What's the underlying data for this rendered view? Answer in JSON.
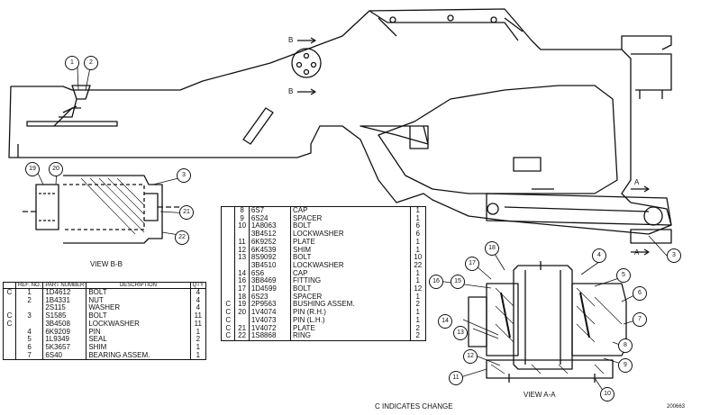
{
  "table_left": {
    "headers": {
      "ref": "REF. NO.",
      "part": "PART NUMBER",
      "desc": "DESCRIPTION",
      "qty": "QTY"
    },
    "rows": [
      {
        "c": "C",
        "ref": "1",
        "part": "1D4612",
        "desc": "BOLT",
        "qty": "4"
      },
      {
        "c": "",
        "ref": "2",
        "part": "1B4331",
        "desc": "NUT",
        "qty": "4"
      },
      {
        "c": "",
        "ref": "",
        "part": "2S115",
        "desc": "WASHER",
        "qty": "4"
      },
      {
        "c": "C",
        "ref": "3",
        "part": "S1585",
        "desc": "BOLT",
        "qty": "11"
      },
      {
        "c": "C",
        "ref": "",
        "part": "3B4508",
        "desc": "LOCKWASHER",
        "qty": "11"
      },
      {
        "c": "",
        "ref": "4",
        "part": "6K9209",
        "desc": "PIN",
        "qty": "1"
      },
      {
        "c": "",
        "ref": "5",
        "part": "1L9349",
        "desc": "SEAL",
        "qty": "2"
      },
      {
        "c": "",
        "ref": "6",
        "part": "5K3657",
        "desc": "SHIM",
        "qty": "1"
      },
      {
        "c": "",
        "ref": "7",
        "part": "6S40",
        "desc": "BEARING ASSEM.",
        "qty": "1"
      }
    ]
  },
  "table_right": {
    "rows": [
      {
        "c": "",
        "ref": "8",
        "part": "6S7",
        "desc": "CAP",
        "qty": "1"
      },
      {
        "c": "",
        "ref": "9",
        "part": "6S24",
        "desc": "SPACER",
        "qty": "1"
      },
      {
        "c": "",
        "ref": "10",
        "part": "1A8063",
        "desc": "BOLT",
        "qty": "6"
      },
      {
        "c": "",
        "ref": "",
        "part": "3B4512",
        "desc": "LOCKWASHER",
        "qty": "6"
      },
      {
        "c": "",
        "ref": "11",
        "part": "6K9252",
        "desc": "PLATE",
        "qty": "1"
      },
      {
        "c": "",
        "ref": "12",
        "part": "6K4539",
        "desc": "SHIM",
        "qty": "1"
      },
      {
        "c": "",
        "ref": "13",
        "part": "8S9092",
        "desc": "BOLT",
        "qty": "10"
      },
      {
        "c": "",
        "ref": "",
        "part": "3B4510",
        "desc": "LOCKWASHER",
        "qty": "22"
      },
      {
        "c": "",
        "ref": "14",
        "part": "6S6",
        "desc": "CAP",
        "qty": "1"
      },
      {
        "c": "",
        "ref": "16",
        "part": "3B8469",
        "desc": "FITTING",
        "qty": "1"
      },
      {
        "c": "",
        "ref": "17",
        "part": "1D4599",
        "desc": "BOLT",
        "qty": "12"
      },
      {
        "c": "",
        "ref": "18",
        "part": "6S23",
        "desc": "SPACER",
        "qty": "1"
      },
      {
        "c": "C",
        "ref": "19",
        "part": "2P9563",
        "desc": "BUSHING ASSEM.",
        "qty": "2"
      },
      {
        "c": "C",
        "ref": "20",
        "part": "1V4074",
        "desc": "PIN (R.H.)",
        "qty": "1"
      },
      {
        "c": "C",
        "ref": "",
        "part": "1V4073",
        "desc": "PIN (L.H.)",
        "qty": "1"
      },
      {
        "c": "C",
        "ref": "21",
        "part": "1V4072",
        "desc": "PLATE",
        "qty": "2"
      },
      {
        "c": "C",
        "ref": "22",
        "part": "1S8868",
        "desc": "RING",
        "qty": "2"
      }
    ]
  },
  "labels": {
    "view_bb": "VIEW B-B",
    "view_aa": "VIEW A-A",
    "legend": "C INDICATES CHANGE",
    "drawing_no": "200663",
    "section_b_top": "B",
    "section_b_bottom": "B",
    "section_a_top": "A",
    "section_a_bottom": "A"
  },
  "callouts": {
    "c1": "1",
    "c2": "2",
    "c3a": "3",
    "c3b": "3",
    "c4": "4",
    "c5": "5",
    "c6": "6",
    "c7": "7",
    "c8": "8",
    "c9": "9",
    "c10": "10",
    "c11": "11",
    "c12": "12",
    "c13": "13",
    "c14": "14",
    "c15": "15",
    "c16": "16",
    "c17": "17",
    "c18": "18",
    "c19": "19",
    "c20": "20",
    "c21": "21",
    "c22": "22"
  }
}
